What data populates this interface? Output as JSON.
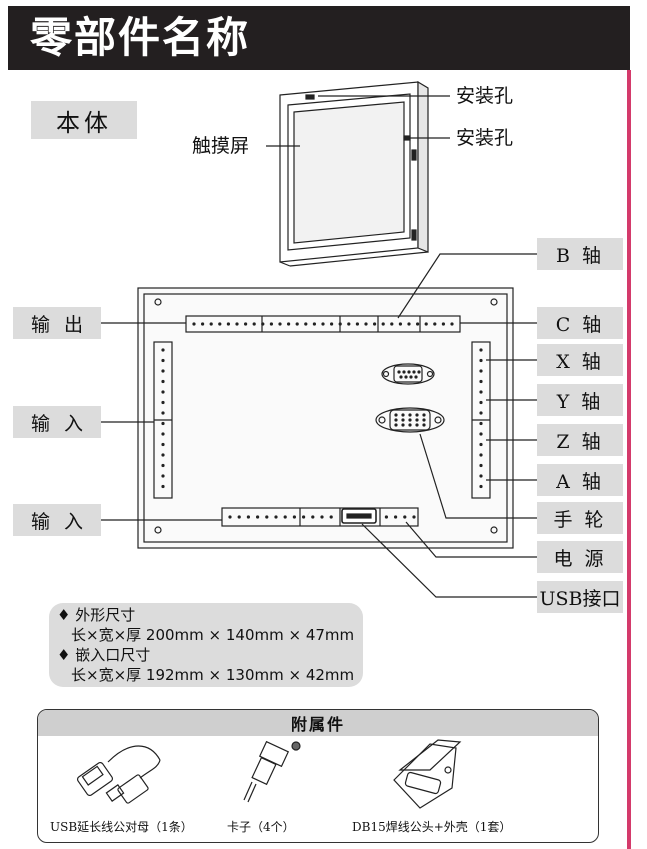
{
  "header": {
    "title": "零部件名称"
  },
  "section": {
    "body_label": "本体"
  },
  "device_labels": {
    "mount_hole_1": "安装孔",
    "mount_hole_2": "安装孔",
    "touchscreen": "触摸屏"
  },
  "ports_right": [
    {
      "key": "b",
      "label": "B 轴"
    },
    {
      "key": "c",
      "label": "C 轴"
    },
    {
      "key": "x",
      "label": "X 轴"
    },
    {
      "key": "y",
      "label": "Y 轴"
    },
    {
      "key": "z",
      "label": "Z 轴"
    },
    {
      "key": "a",
      "label": "A 轴"
    },
    {
      "key": "hand",
      "label": "手 轮"
    },
    {
      "key": "power",
      "label": "电 源"
    },
    {
      "key": "usb",
      "label": "USB接口"
    }
  ],
  "ports_left": [
    {
      "key": "out",
      "label": "输出"
    },
    {
      "key": "in1",
      "label": "输入"
    },
    {
      "key": "in2",
      "label": "输入"
    }
  ],
  "specs": {
    "outer_title": "♦ 外形尺寸",
    "outer_dims": "长×宽×厚 200mm × 140mm × 47mm",
    "cutout_title": "♦ 嵌入口尺寸",
    "cutout_dims": "长×宽×厚 192mm × 130mm × 42mm"
  },
  "accessories": {
    "title": "附属件",
    "items": [
      {
        "name": "USB延长线公对母（1条）"
      },
      {
        "name": "卡子（4个）"
      },
      {
        "name": "DB15焊线公头+外壳（1套）"
      }
    ]
  },
  "colors": {
    "title_bg": "#231f20",
    "tag_bg": "#dcdcdc",
    "accent_rule": "#d43a6b"
  }
}
